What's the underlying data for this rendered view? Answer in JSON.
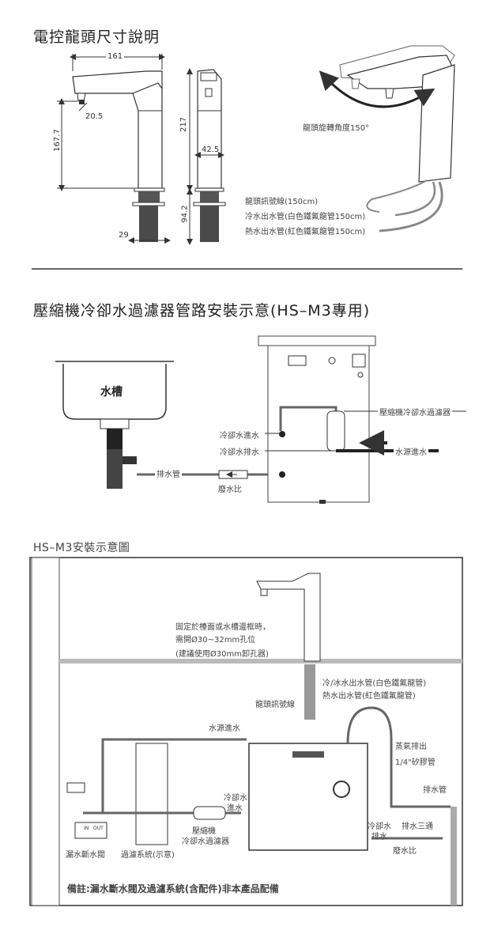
{
  "section1": {
    "title": "電控龍頭尺寸說明",
    "dims": {
      "w161": "161",
      "d20_5": "20.5",
      "h167_7": "167.7",
      "h217": "217",
      "w42_5": "42.5",
      "h94_2": "94.2",
      "w29": "29"
    },
    "rotate_label": "龍頭旋轉角度150°",
    "cables": [
      "龍頭訊號線(150cm)",
      "冷水出水管(白色鐵氟龍管150cm)",
      "熱水出水管(紅色鐵氟龍管150cm)"
    ]
  },
  "section2": {
    "title": "壓縮機冷卻水過濾器管路安裝示意(HS–M3專用)",
    "sink": "水槽",
    "drain_pipe": "排水管",
    "waste_ratio": "廢水比",
    "cool_in": "冷卻水進水",
    "cool_out": "冷卻水排水",
    "filter": "壓縮機冷卻水過濾器",
    "water_in": "水源進水"
  },
  "section3": {
    "title": "HS–M3安裝示意圖",
    "mount_note": [
      "固定於檯面或水槽邊框時，",
      "需開Ø30~32mm孔位",
      "(建議使用Ø30mm卸孔器)"
    ],
    "cold_pipe": "冷/冰水出水管(白色鐵氟龍管)",
    "hot_pipe": "熱水出水管(紅色鐵氟龍管)",
    "signal": "龍頭訊號線",
    "water_in": "水源進水",
    "steam": "蒸氣排出",
    "silicone": "1/4\"矽膠管",
    "drain": "排水管",
    "cool_in": [
      "冷卻水",
      "進水"
    ],
    "compressor_filter": [
      "壓縮機",
      "冷卻水過濾器"
    ],
    "cool_out": [
      "冷卻水",
      "排水"
    ],
    "tee": "排水三通",
    "waste_ratio": "廢水比",
    "leak_valve": "漏水斷水閥",
    "filter_system": "過濾系統(示意)",
    "in": "IN",
    "out": "OUT",
    "footnote": "備註:漏水斷水閥及過濾系統(含配件)非本產品配備"
  }
}
